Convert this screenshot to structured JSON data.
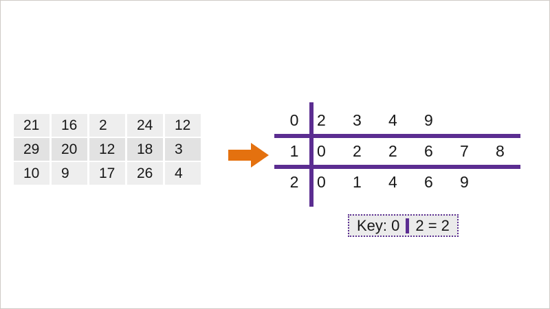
{
  "colors": {
    "purple": "#5b2d91",
    "orange": "#e4710f",
    "cell_light": "#eeeeee",
    "cell_dark": "#e2e2e2",
    "text": "#171717",
    "page_border": "#cfcac6"
  },
  "data_table": {
    "rows": [
      [
        "21",
        "16",
        "2",
        "24",
        "12"
      ],
      [
        "29",
        "20",
        "12",
        "18",
        "3"
      ],
      [
        "10",
        "9",
        "17",
        "26",
        "4"
      ]
    ]
  },
  "arrow": {
    "direction": "right",
    "icon": "arrow-right-icon"
  },
  "stem_and_leaf": {
    "rows": [
      {
        "stem": "0",
        "leaves": [
          "2",
          "3",
          "4",
          "9"
        ]
      },
      {
        "stem": "1",
        "leaves": [
          "0",
          "2",
          "2",
          "6",
          "7",
          "8"
        ]
      },
      {
        "stem": "2",
        "leaves": [
          "0",
          "1",
          "4",
          "6",
          "9"
        ]
      }
    ]
  },
  "key": {
    "prefix": "Key: 0",
    "separator_icon": "vertical-bar-icon",
    "suffix": "2 = 2"
  }
}
